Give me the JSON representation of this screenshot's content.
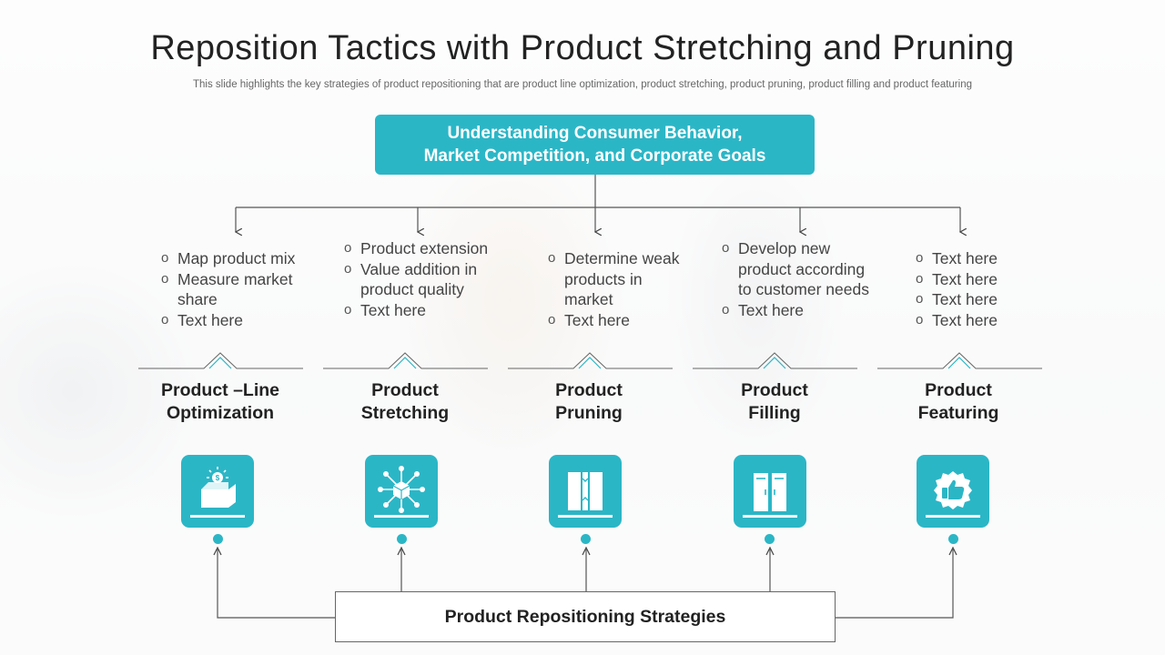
{
  "title": "Reposition Tactics with Product Stretching and Pruning",
  "subtitle": "This slide highlights the key strategies of product repositioning that are product line optimization, product stretching, product pruning, product filling and product featuring",
  "top_box": {
    "line1": "Understanding Consumer Behavior,",
    "line2": "Market Competition, and Corporate Goals"
  },
  "columns": [
    {
      "bullets": [
        "Map product mix",
        "Measure market share",
        "Text here"
      ],
      "title_line1": "Product –Line",
      "title_line2": "Optimization",
      "icon": "money-box-icon"
    },
    {
      "bullets": [
        "Product extension",
        "Value addition in product quality",
        "Text here"
      ],
      "title_line1": "Product",
      "title_line2": "Stretching",
      "icon": "network-box-icon"
    },
    {
      "bullets": [
        "Determine weak products in market",
        "Text here"
      ],
      "title_line1": "Product",
      "title_line2": "Pruning",
      "icon": "package-icon"
    },
    {
      "bullets": [
        "Develop new product according to customer needs",
        "Text here"
      ],
      "title_line1": "Product",
      "title_line2": "Filling",
      "icon": "shelves-icon"
    },
    {
      "bullets": [
        "Text here",
        "Text here",
        "Text here",
        "Text here"
      ],
      "title_line1": "Product",
      "title_line2": "Featuring",
      "icon": "thumbs-up-badge-icon"
    }
  ],
  "bottom_box": "Product Repositioning  Strategies",
  "colors": {
    "accent": "#2bb6c6",
    "line": "#555555"
  }
}
